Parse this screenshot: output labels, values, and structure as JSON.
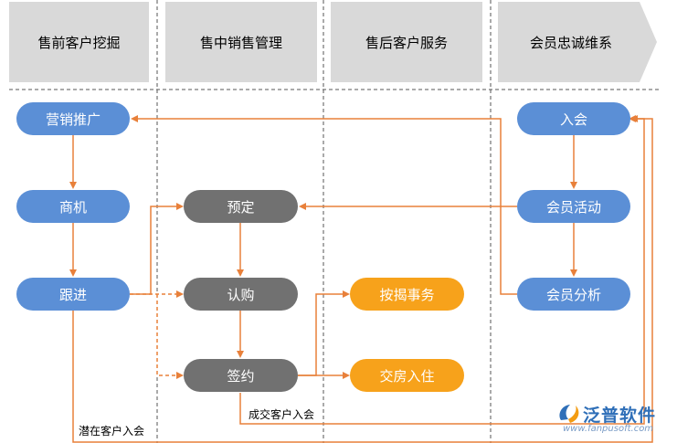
{
  "headers": [
    "售前客户挖掘",
    "售中销售管理",
    "售后客户服务",
    "会员忠诚维系"
  ],
  "nodes": {
    "marketing": "营销推广",
    "opportunity": "商机",
    "followup": "跟进",
    "reservation": "预定",
    "subscription": "认购",
    "signing": "签约",
    "mortgage": "按揭事务",
    "handover": "交房入住",
    "join": "入会",
    "member_activity": "会员活动",
    "member_analysis": "会员分析"
  },
  "labels": {
    "potential_join": "潜在客户入会",
    "deal_join": "成交客户入会"
  },
  "logo": {
    "name": "泛普软件",
    "url": "www.fanpusoft.com"
  },
  "colors": {
    "header": "#d9d9d9",
    "blue_node": "#5b8fd6",
    "gray_node": "#717171",
    "orange_node": "#f7a21b",
    "connector": "#e8803a"
  }
}
